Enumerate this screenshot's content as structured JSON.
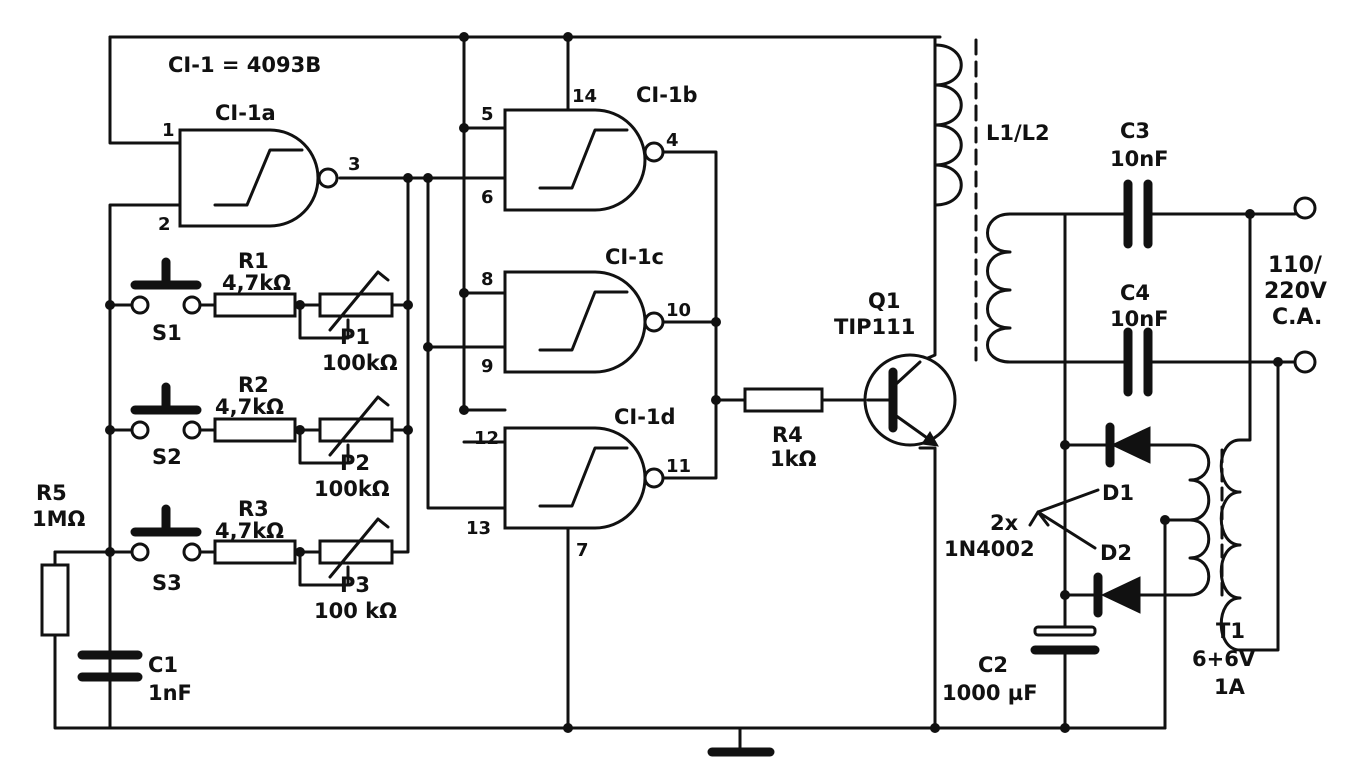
{
  "ic": {
    "title": "CI-1 = 4093B",
    "gate_a": "CI-1a",
    "gate_b": "CI-1b",
    "gate_c": "CI-1c",
    "gate_d": "CI-1d",
    "pins": {
      "p1": "1",
      "p2": "2",
      "p3": "3",
      "p4": "4",
      "p5": "5",
      "p6": "6",
      "p7": "7",
      "p8": "8",
      "p9": "9",
      "p10": "10",
      "p11": "11",
      "p12": "12",
      "p13": "13",
      "p14": "14"
    }
  },
  "resistors": {
    "r1": {
      "name": "R1",
      "value": "4,7kΩ"
    },
    "r2": {
      "name": "R2",
      "value": "4,7kΩ"
    },
    "r3": {
      "name": "R3",
      "value": "4,7kΩ"
    },
    "r4": {
      "name": "R4",
      "value": "1kΩ"
    },
    "r5": {
      "name": "R5",
      "value": "1MΩ"
    }
  },
  "pots": {
    "p1": {
      "name": "P1",
      "value": "100kΩ"
    },
    "p2": {
      "name": "P2",
      "value": "100kΩ"
    },
    "p3": {
      "name": "P3",
      "value": "100 kΩ"
    }
  },
  "switches": {
    "s1": "S1",
    "s2": "S2",
    "s3": "S3"
  },
  "capacitors": {
    "c1": {
      "name": "C1",
      "value": "1nF"
    },
    "c2": {
      "name": "C2",
      "value": "1000 µF"
    },
    "c3": {
      "name": "C3",
      "value": "10nF"
    },
    "c4": {
      "name": "C4",
      "value": "10nF"
    }
  },
  "transistor": {
    "name": "Q1",
    "part": "TIP111"
  },
  "coil": {
    "name": "L1/L2"
  },
  "diodes": {
    "d1": "D1",
    "d2": "D2",
    "qty": "2x",
    "part": "1N4002"
  },
  "transformer": {
    "name": "T1",
    "voltage": "6+6V",
    "current": "1A"
  },
  "mains": {
    "line1": "110/",
    "line2": "220V",
    "line3": "C.A."
  }
}
